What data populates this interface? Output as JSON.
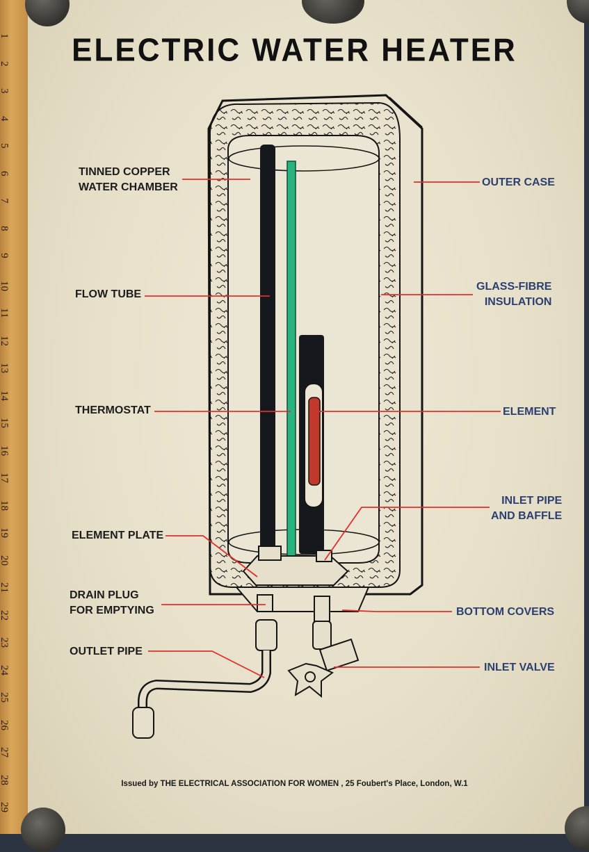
{
  "title": "ELECTRIC WATER HEATER",
  "footer": "Issued by THE ELECTRICAL ASSOCIATION FOR WOMEN , 25 Foubert's Place, London, W.1",
  "ruler_numbers": [
    "1",
    "2",
    "3",
    "4",
    "5",
    "6",
    "7",
    "8",
    "9",
    "10",
    "11",
    "12",
    "13",
    "14",
    "15",
    "16",
    "17",
    "18",
    "19",
    "20",
    "21",
    "22",
    "23",
    "24",
    "25",
    "26",
    "27",
    "28",
    "29"
  ],
  "labels_left": {
    "chamber": "TINNED COPPER\nWATER CHAMBER",
    "flow_tube": "FLOW TUBE",
    "thermostat": "THERMOSTAT",
    "element_plate": "ELEMENT PLATE",
    "drain_plug": "DRAIN PLUG\nFOR EMPTYING",
    "outlet_pipe": "OUTLET PIPE"
  },
  "labels_right": {
    "outer_case": "OUTER CASE",
    "insulation": "GLASS-FIBRE\nINSULATION",
    "element": "ELEMENT",
    "inlet_pipe": "INLET PIPE\nAND BAFFLE",
    "bottom_covers": "BOTTOM COVERS",
    "inlet_valve": "INLET VALVE"
  },
  "colors": {
    "leader": "#e0302b",
    "right_text": "#2c3f70",
    "flow_tube": "#2bb37f",
    "element": "#c0392b"
  }
}
